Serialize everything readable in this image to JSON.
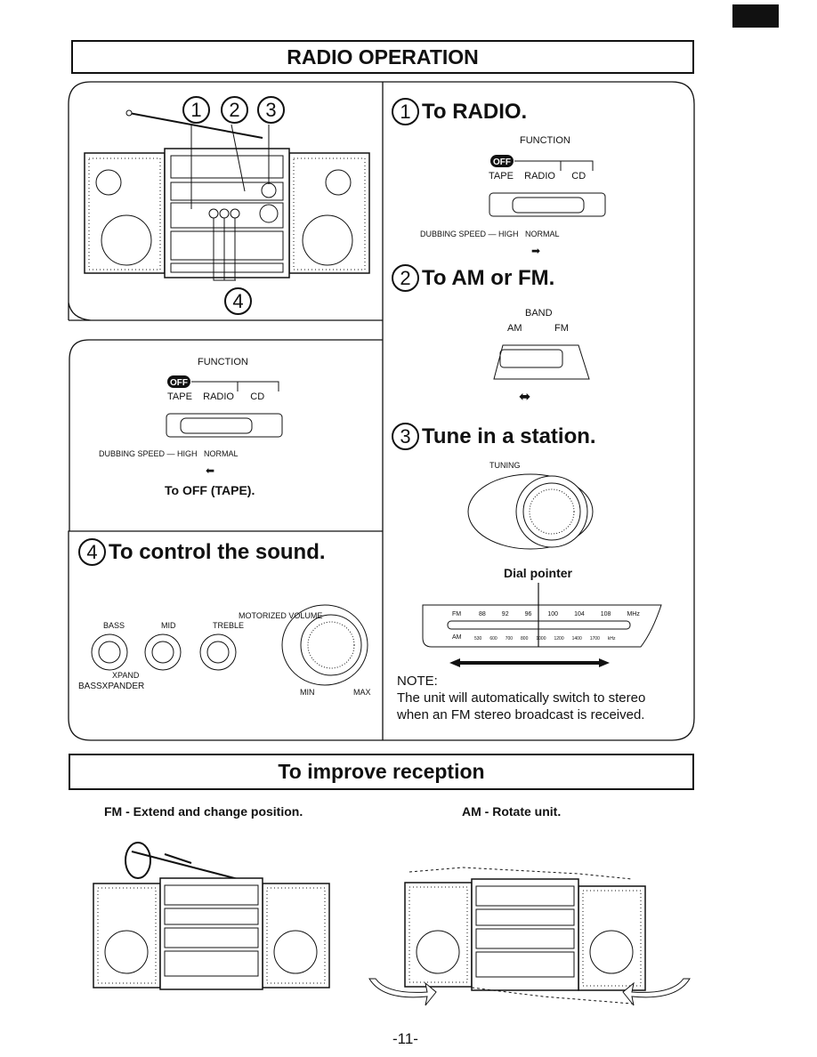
{
  "page": {
    "number": "-11-"
  },
  "banners": {
    "radio_operation": "RADIO OPERATION",
    "improve_reception": "To improve reception"
  },
  "callouts": {
    "c1": "1",
    "c2": "2",
    "c3": "3",
    "c4": "4"
  },
  "off_tape_panel": {
    "function_label": "FUNCTION",
    "off_badge": "OFF",
    "positions": "TAPE    RADIO      CD",
    "dubbing": "DUBBING SPEED — HIGH   NORMAL",
    "caption": "To OFF (TAPE)."
  },
  "step1": {
    "number": "1",
    "title": "To RADIO.",
    "function_label": "FUNCTION",
    "off_badge": "OFF",
    "positions": "TAPE    RADIO      CD",
    "dubbing": "DUBBING SPEED — HIGH   NORMAL"
  },
  "step2": {
    "number": "2",
    "title": "To AM or FM.",
    "band_label": "BAND",
    "am": "AM",
    "fm": "FM"
  },
  "step3": {
    "number": "3",
    "title": "Tune in a station.",
    "tuning_label": "TUNING"
  },
  "step4": {
    "number": "4",
    "title": "To control the sound.",
    "bass": "BASS",
    "mid": "MID",
    "treble": "TREBLE",
    "max": "MAX",
    "min": "MIN",
    "xpand": "XPAND",
    "bassxpander": "BASSXPANDER",
    "motorized_volume": "MOTORIZED VOLUME"
  },
  "dial": {
    "pointer_label": "Dial pointer",
    "fm_label": "FM",
    "fm_scale": [
      "88",
      "92",
      "96",
      "100",
      "104",
      "108",
      "MHz"
    ],
    "am_label": "AM",
    "am_scale": [
      "530",
      "600",
      "700",
      "800",
      "1000",
      "1200",
      "1400",
      "1700",
      "kHz"
    ]
  },
  "note": {
    "heading": "NOTE:",
    "text_line1": "The unit will automatically switch to stereo",
    "text_line2": "when an FM stereo broadcast is received."
  },
  "reception": {
    "fm_tip": "FM - Extend and change position.",
    "am_tip": "AM - Rotate unit."
  }
}
